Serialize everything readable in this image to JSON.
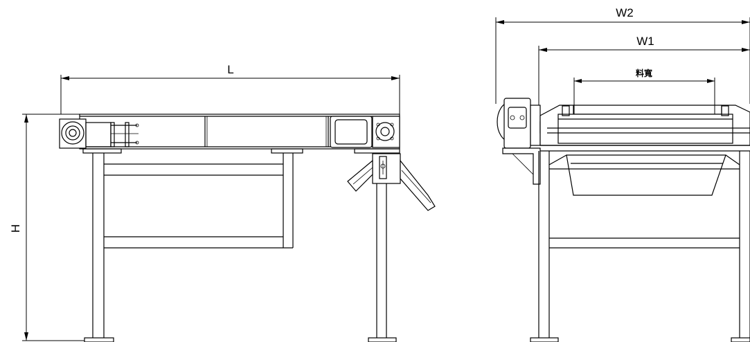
{
  "dimensions": {
    "length_label": "L",
    "height_label": "H",
    "overall_width_label": "W2",
    "frame_width_label": "W1",
    "belt_width_label": "料寬"
  }
}
